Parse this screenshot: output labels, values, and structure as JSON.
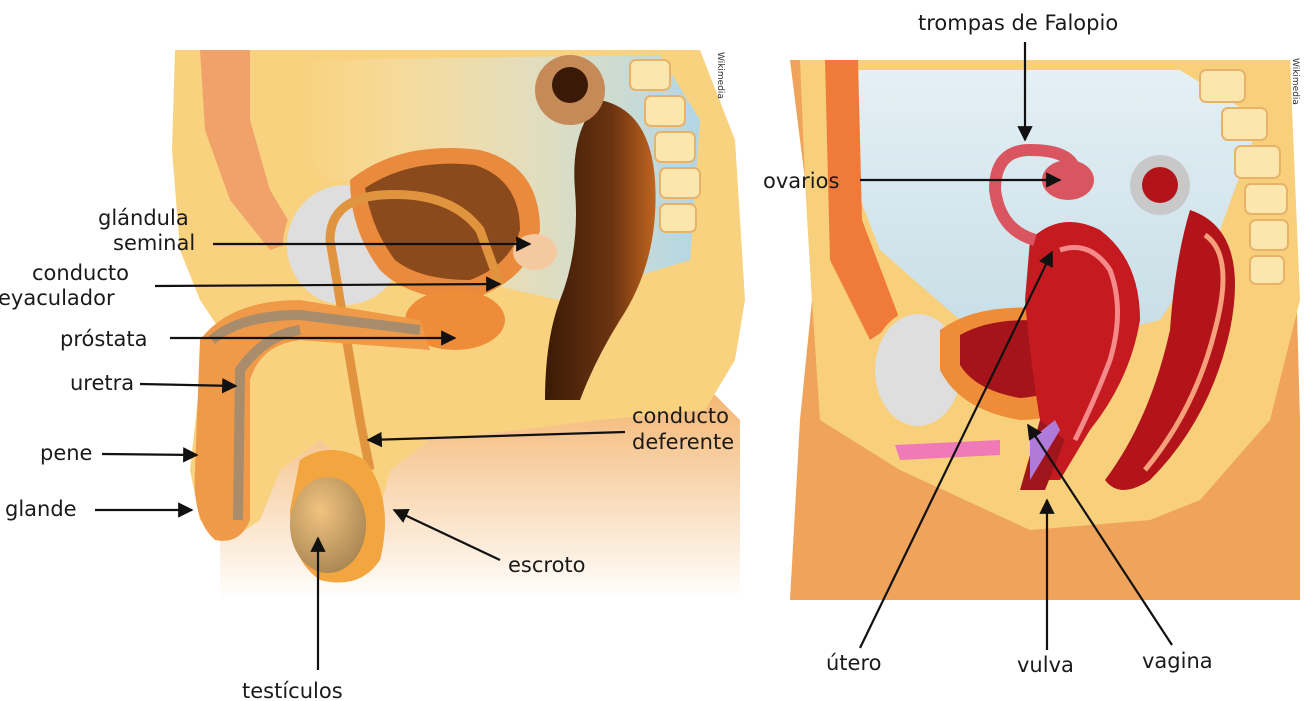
{
  "male": {
    "credit": "Wikimedia",
    "labels": {
      "glandula_line1": "glándula",
      "glandula_line2": "seminal",
      "conducto_eyac_line1": "conducto",
      "conducto_eyac_line2": "eyaculador",
      "prostata": "próstata",
      "uretra": "uretra",
      "pene": "pene",
      "glande": "glande",
      "conducto_def_line1": "conducto",
      "conducto_def_line2": "deferente",
      "escroto": "escroto",
      "testiculos": "testículos"
    }
  },
  "female": {
    "credit": "Wikimedia",
    "labels": {
      "trompas": "trompas de Falopio",
      "ovarios": "ovarios",
      "utero": "útero",
      "vulva": "vulva",
      "vagina": "vagina"
    }
  },
  "colors": {
    "skin": "#f6cf7a",
    "skin_light": "#fde9a6",
    "muscle": "#e7893a",
    "uterus": "#b3141a",
    "bladder": "#dcdcdc",
    "cavity": "#cfe4ee",
    "rectum_dark": "#5a2a0c"
  }
}
